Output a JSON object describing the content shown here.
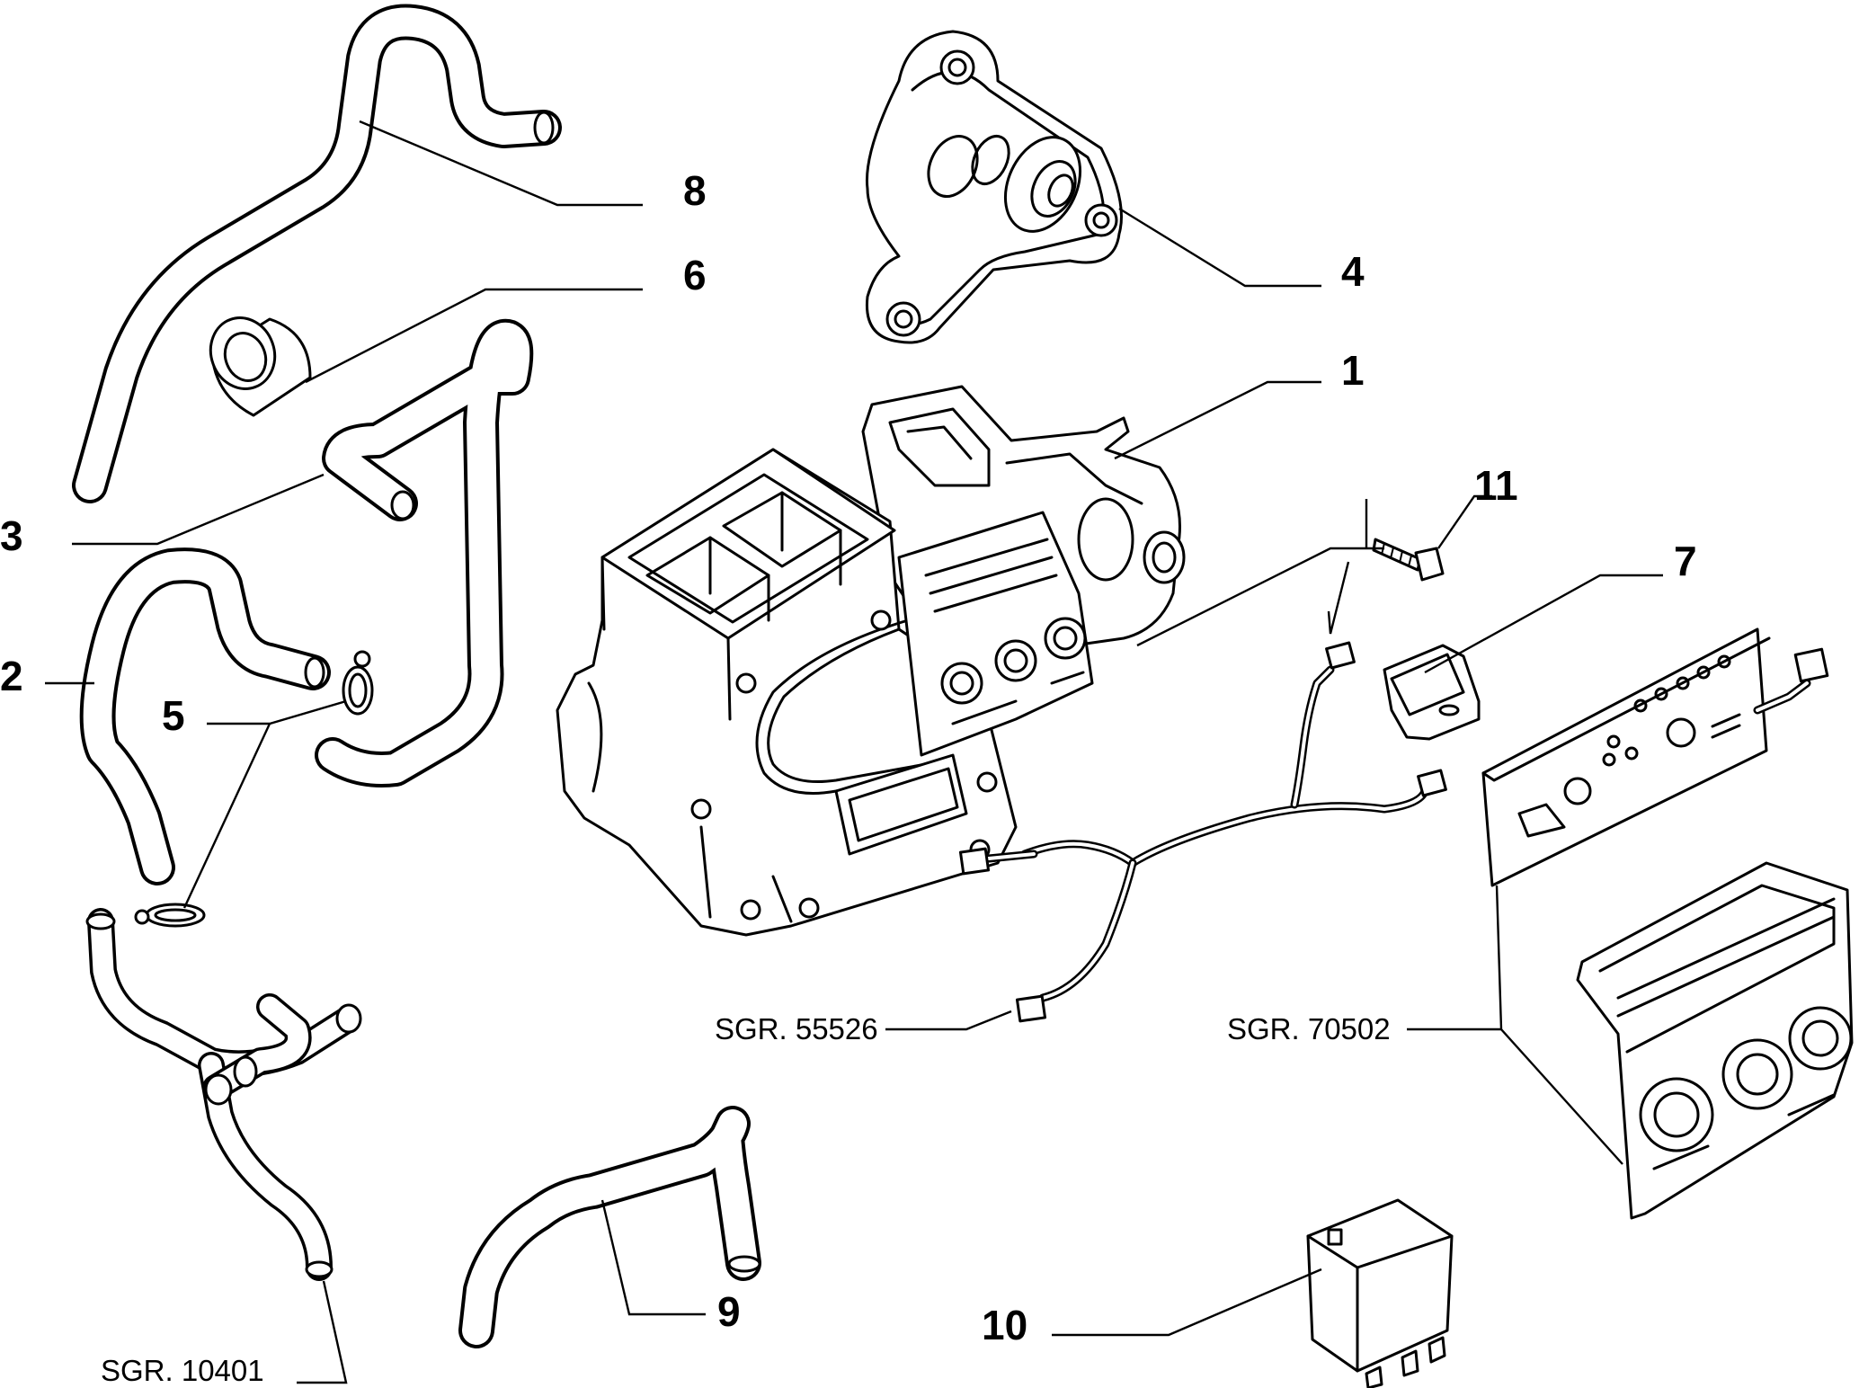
{
  "callouts": {
    "c1": "1",
    "c2": "2",
    "c3": "3",
    "c4": "4",
    "c5": "5",
    "c6": "6",
    "c7": "7",
    "c8": "8",
    "c9": "9",
    "c10": "10",
    "c11": "11"
  },
  "references": {
    "sgr_55526": "SGR. 55526",
    "sgr_70502": "SGR. 70502",
    "sgr_10401": "SGR. 10401"
  }
}
